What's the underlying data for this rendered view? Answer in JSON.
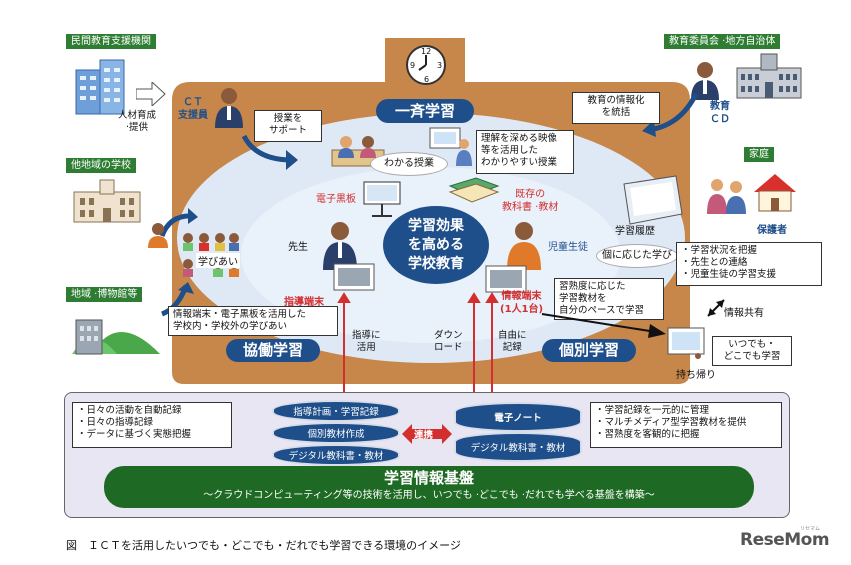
{
  "labels": {
    "private_org": "民間教育支援機関",
    "board": "教育委員会 ·地方自治体",
    "other_school": "他地域の学校",
    "museum": "地域 ·博物館等",
    "home": "家庭",
    "guardian": "保護者",
    "ct_support": "ＣＴ\n支援員",
    "edu_cd": "教育\nＣＤ",
    "talent": "人材育成\n·提供"
  },
  "boxes": {
    "support_class": "授業を\nサポート",
    "integrate": "教育の情報化\nを統括",
    "deep_video": "理解を深める映像\n等を活用した\nわかりやすい授業",
    "terminal_board": "情報端末・電子黒板を活用した\n学校内・学校外の学びあい",
    "pace_learning": "習熟度に応じた\n学習教材を\n自分のペースで学習",
    "home_functions": [
      "・学習状況を把握",
      "・先生との連絡",
      "・児童生徒の学習支援"
    ],
    "anytime": "いつでも・\nどこでも学習",
    "left_bottom": [
      "・日々の活動を自動記録",
      "・日々の指導記録",
      "・データに基づく実態把握"
    ],
    "right_bottom": [
      "・学習記録を一元的に管理",
      "・マルチメディア型学習教材を提供",
      "・習熟度を客観的に把握"
    ]
  },
  "modes": {
    "ichisei": "一斉学習",
    "kyodo": "協働学習",
    "kobetsu": "個別学習",
    "center": "学習効果\nを高める\n学校教育"
  },
  "inner": {
    "wakaru": "わかる授業",
    "manabiai": "学びあい",
    "kobetsu_manabi": "個に応じた学び",
    "denshi_kokuban": "電子黒板",
    "kyokasho": "既存の\n教科書 ·教材",
    "sensei": "先生",
    "jidou": "児童生徒",
    "gakushu_rireki": "学習履歴",
    "shidou_tanmatsu": "指導端末",
    "joho_tanmatsu": "情報端末\n(1人1台)",
    "joho_kyoyu": "情報共有",
    "mochikaeri": "持ち帰り"
  },
  "arrows": {
    "shidou_katsuyou": "指導に\n活用",
    "download": "ダウン\nロード",
    "jiyu_kiroku": "自由に\n記録",
    "renkei": "連携"
  },
  "databases": {
    "left": [
      "指導計画・学習記録",
      "個別教材作成",
      "デジタル教科書・教材"
    ],
    "right": [
      "電子ノート",
      "デジタル教科書・教材"
    ]
  },
  "platform": {
    "title": "学習情報基盤",
    "subtitle": "～クラウドコンピューティング等の技術を活用し、いつでも ·どこでも ·だれでも学べる基盤を構築～"
  },
  "caption": "図　ＩＣＴを活用したいつでも・どこでも・だれでも学習できる環境のイメージ",
  "logo": "ReseMom",
  "logo_sub": "リセマム",
  "clock_numbers": [
    "12",
    "3",
    "6",
    "9"
  ],
  "colors": {
    "school_shape": "#c7874b",
    "inner_oval": "#dfe9f6",
    "mode_pill": "#1f4f8a",
    "platform_bar": "#1e6a24",
    "tag_green": "#2e7d32",
    "red_text": "#d32f2f",
    "platform_bg": "#e9e6f4"
  }
}
